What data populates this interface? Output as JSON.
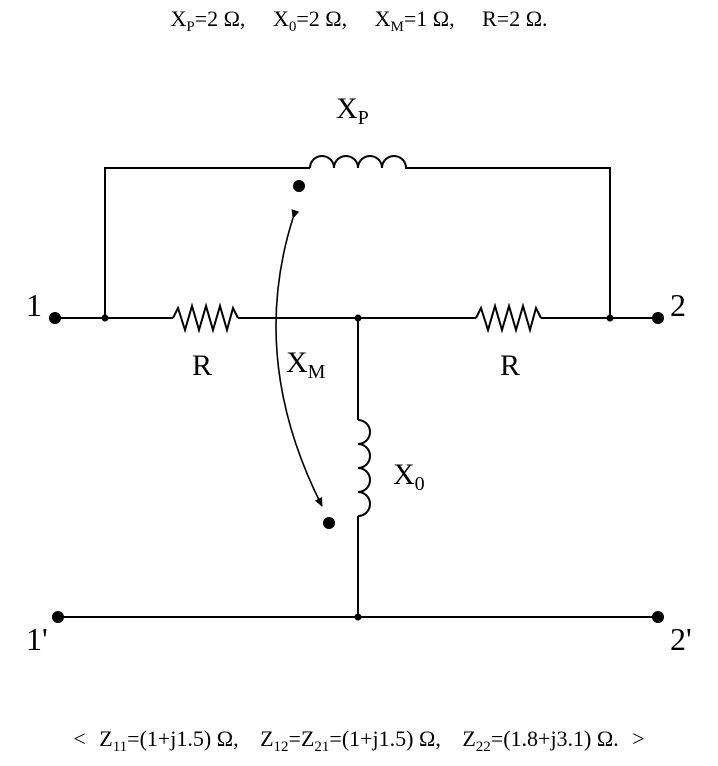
{
  "header": {
    "params": [
      {
        "symbol": "X",
        "sub": "P",
        "rest": "=2 Ω,"
      },
      {
        "symbol": "X",
        "sub": "0",
        "rest": "=2 Ω,"
      },
      {
        "symbol": "X",
        "sub": "M",
        "rest": "=1 Ω,"
      },
      {
        "symbol": "R",
        "sub": "",
        "rest": "=2 Ω."
      }
    ]
  },
  "circuit": {
    "labels": {
      "inductor_top": {
        "main": "X",
        "sub": "P"
      },
      "inductor_vertical": {
        "main": "X",
        "sub": "0"
      },
      "mutual": {
        "main": "X",
        "sub": "M"
      },
      "resistor_left": "R",
      "resistor_right": "R"
    },
    "terminals": {
      "t1": "1",
      "t2": "2",
      "t1p": "1'",
      "t2p": "2'"
    }
  },
  "result": {
    "open": "<",
    "z11": {
      "main": "Z",
      "sub": "11",
      "rest": "=(1+j1.5) Ω,"
    },
    "z12": {
      "main": "Z",
      "sub": "12",
      "eq": "=Z",
      "sub2": "21",
      "rest": "=(1+j1.5) Ω,"
    },
    "z22": {
      "main": "Z",
      "sub": "22",
      "rest": "=(1.8+j3.1) Ω."
    },
    "close": ">"
  }
}
